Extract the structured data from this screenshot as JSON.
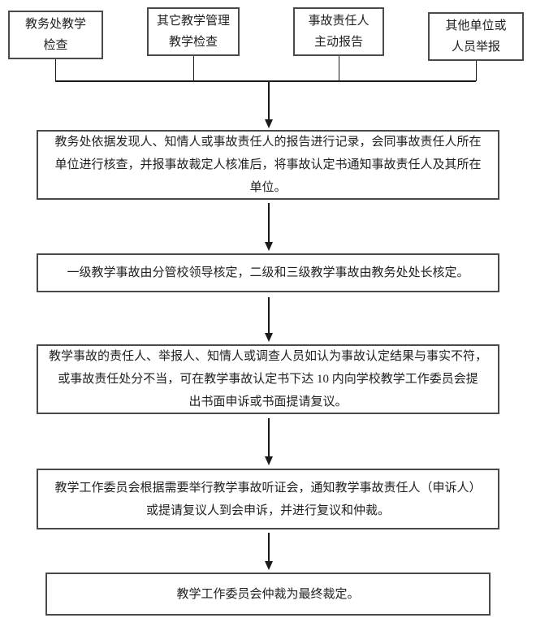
{
  "colors": {
    "background": "#ffffff",
    "box_border": "#4a4a4a",
    "line": "#1a1a1a",
    "text": "#1f1f1f"
  },
  "flowchart": {
    "sources": [
      {
        "line1": "教务处教学",
        "line2": "检查"
      },
      {
        "line1": "其它教学管理",
        "line2": "教学检查"
      },
      {
        "line1": "事故责任人",
        "line2": "主动报告"
      },
      {
        "line1": "其他单位或",
        "line2": "人员举报"
      }
    ],
    "steps": [
      {
        "lines": [
          "教务处依据发现人、知情人或事故责任人的报告进行记录，会同事故责任人所在",
          "单位进行核查，并报事故裁定人核准后，将事故认定书通知事故责任人及其所在",
          "单位。"
        ]
      },
      {
        "lines": [
          "一级教学事故由分管校领导核定，二级和三级教学事故由教务处处长核定。"
        ]
      },
      {
        "lines": [
          "教学事故的责任人、举报人、知情人或调查人员如认为事故认定结果与事实不符，",
          "或事故责任处分不当，可在教学事故认定书下达 10 内向学校教学工作委员会提",
          "出书面申诉或书面提请复议。"
        ]
      },
      {
        "lines": [
          "教学工作委员会根据需要举行教学事故听证会，通知教学事故责任人（申诉人）",
          "或提请复议人到会申诉，并进行复议和仲裁。"
        ]
      },
      {
        "lines": [
          "教学工作委员会仲裁为最终裁定。"
        ]
      }
    ]
  }
}
